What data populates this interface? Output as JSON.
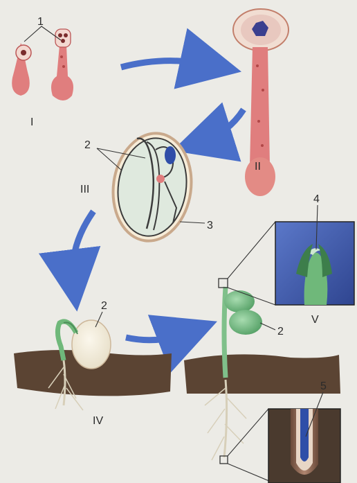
{
  "stage_labels": {
    "I": "I",
    "II": "II",
    "III": "III",
    "IV": "IV",
    "V": "V"
  },
  "part_labels": {
    "one": "1",
    "two_seed": "2",
    "three": "3",
    "two_sprout": "2",
    "two_seedling": "2",
    "four": "4",
    "five": "5"
  },
  "colors": {
    "background": "#ecebe6",
    "arrow_blue": "#4a6fc9",
    "pollen_pink": "#e07e7e",
    "cotyledon_green": "#6fb87a",
    "soil_brown": "#5b4433",
    "inset_blue": "#3a55a8"
  }
}
